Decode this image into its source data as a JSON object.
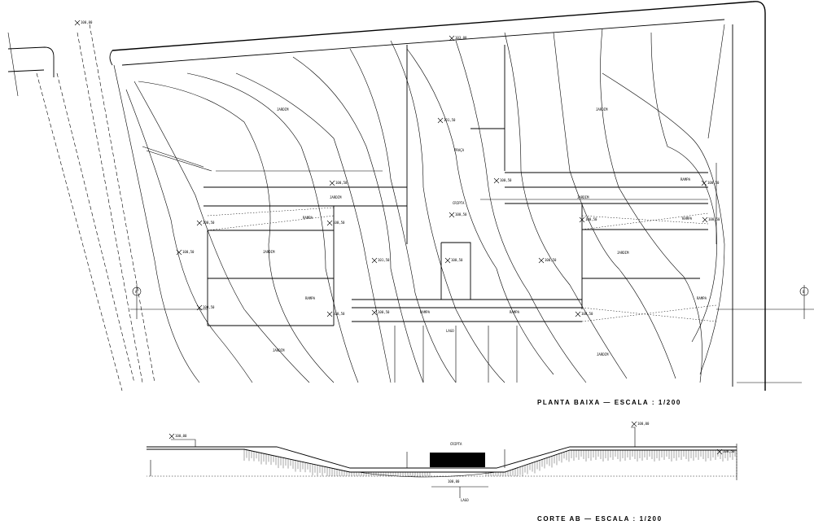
{
  "plan": {
    "title": "PLANTA BAIXA  —  ESCALA : 1/200",
    "section_a": "A",
    "section_b": "B",
    "spot_levels": [
      {
        "text": "100,00",
        "key": "l01"
      },
      {
        "text": "103,00",
        "key": "l02"
      },
      {
        "text": "101,50",
        "key": "l03"
      },
      {
        "text": "100,50",
        "key": "l04"
      },
      {
        "text": "100,50",
        "key": "l05"
      },
      {
        "text": "100,50",
        "key": "l06"
      },
      {
        "text": "100,50",
        "key": "l07"
      },
      {
        "text": "100,50",
        "key": "l08"
      },
      {
        "text": "100,50",
        "key": "l09"
      },
      {
        "text": "100,50",
        "key": "l10"
      },
      {
        "text": "101,50",
        "key": "l11"
      },
      {
        "text": "100,50",
        "key": "l12"
      },
      {
        "text": "100,50",
        "key": "l13"
      },
      {
        "text": "100,50",
        "key": "l14"
      },
      {
        "text": "100,50",
        "key": "l15"
      },
      {
        "text": "100,50",
        "key": "l16"
      },
      {
        "text": "100,50",
        "key": "l17"
      },
      {
        "text": "100,50",
        "key": "l18"
      },
      {
        "text": "100,50",
        "key": "l19"
      }
    ],
    "areas": [
      {
        "text": "JARDIM",
        "key": "a01"
      },
      {
        "text": "JARDIM",
        "key": "a02"
      },
      {
        "text": "PRAÇA",
        "key": "a03"
      },
      {
        "text": "JARDIM",
        "key": "a04"
      },
      {
        "text": "JARDIM",
        "key": "a05"
      },
      {
        "text": "JARDIM",
        "key": "a06"
      },
      {
        "text": "JARDIM",
        "key": "a07"
      },
      {
        "text": "JARDIM",
        "key": "a08"
      },
      {
        "text": "JARDIM",
        "key": "a09"
      },
      {
        "text": "CRIPTA",
        "key": "a10"
      },
      {
        "text": "RAMPA",
        "key": "a11"
      },
      {
        "text": "RAMPA",
        "key": "a12"
      },
      {
        "text": "RAMPA",
        "key": "a13"
      },
      {
        "text": "RAMPA",
        "key": "a14"
      },
      {
        "text": "RAMPA",
        "key": "a15"
      },
      {
        "text": "LAGO",
        "key": "a16"
      },
      {
        "text": "RAMPA",
        "key": "a17"
      },
      {
        "text": "RAMPA",
        "key": "a18"
      }
    ]
  },
  "section": {
    "title": "CORTE AB  —  ESCALA : 1/200",
    "labels": [
      {
        "text": "100,00",
        "key": "s01"
      },
      {
        "text": "100,00",
        "key": "s02"
      },
      {
        "text": "100,50",
        "key": "s03"
      },
      {
        "text": "CRIPTA",
        "key": "s04"
      },
      {
        "text": "LAGO",
        "key": "s05"
      },
      {
        "text": "100,00",
        "key": "s06"
      }
    ]
  }
}
